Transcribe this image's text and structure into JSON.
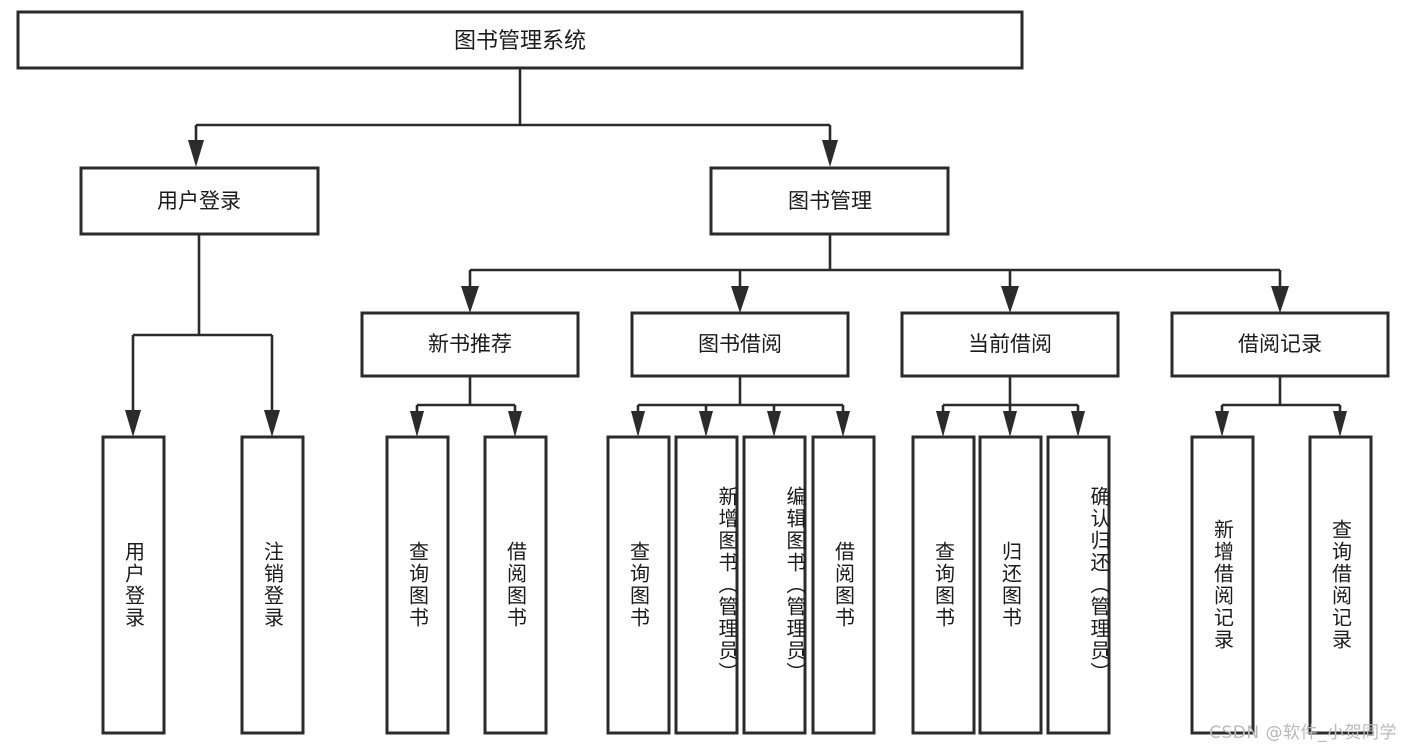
{
  "diagram": {
    "type": "tree",
    "title": "图书管理系统",
    "watermark": "CSDN @软件_小贺同学",
    "root": {
      "label": "图书管理系统",
      "orientation": "horizontal"
    },
    "level2": [
      {
        "id": "user-login",
        "label": "用户登录",
        "orientation": "horizontal"
      },
      {
        "id": "book-manage",
        "label": "图书管理",
        "orientation": "horizontal"
      }
    ],
    "level3": [
      {
        "id": "new-book-rec",
        "label": "新书推荐",
        "parent": "book-manage",
        "orientation": "horizontal"
      },
      {
        "id": "book-borrow",
        "label": "图书借阅",
        "parent": "book-manage",
        "orientation": "horizontal"
      },
      {
        "id": "current-borrow",
        "label": "当前借阅",
        "parent": "book-manage",
        "orientation": "horizontal"
      },
      {
        "id": "borrow-record",
        "label": "借阅记录",
        "parent": "book-manage",
        "orientation": "horizontal"
      }
    ],
    "leaves": [
      {
        "id": "leaf-user-login",
        "label": "用户登录",
        "parent": "user-login",
        "orientation": "vertical"
      },
      {
        "id": "leaf-user-logout",
        "label": "注销登录",
        "parent": "user-login",
        "orientation": "vertical"
      },
      {
        "id": "leaf-query-book-1",
        "label": "查询图书",
        "parent": "new-book-rec",
        "orientation": "vertical"
      },
      {
        "id": "leaf-borrow-book-1",
        "label": "借阅图书",
        "parent": "new-book-rec",
        "orientation": "vertical"
      },
      {
        "id": "leaf-query-book-2",
        "label": "查询图书",
        "parent": "book-borrow",
        "orientation": "vertical"
      },
      {
        "id": "leaf-add-book",
        "label": "新增图书（管理员）",
        "parent": "book-borrow",
        "orientation": "vertical"
      },
      {
        "id": "leaf-edit-book",
        "label": "编辑图书（管理员）",
        "parent": "book-borrow",
        "orientation": "vertical"
      },
      {
        "id": "leaf-borrow-book-2",
        "label": "借阅图书",
        "parent": "book-borrow",
        "orientation": "vertical"
      },
      {
        "id": "leaf-query-book-3",
        "label": "查询图书",
        "parent": "current-borrow",
        "orientation": "vertical"
      },
      {
        "id": "leaf-return-book",
        "label": "归还图书",
        "parent": "current-borrow",
        "orientation": "vertical"
      },
      {
        "id": "leaf-confirm-return",
        "label": "确认归还（管理员）",
        "parent": "current-borrow",
        "orientation": "vertical"
      },
      {
        "id": "leaf-add-record",
        "label": "新增借阅记录",
        "parent": "borrow-record",
        "orientation": "vertical"
      },
      {
        "id": "leaf-query-record",
        "label": "查询借阅记录",
        "parent": "borrow-record",
        "orientation": "vertical"
      }
    ],
    "colors": {
      "stroke": "#2b2b2b",
      "fill": "#ffffff",
      "text": "#1b1b1b",
      "watermark": "#b9b9b9"
    }
  }
}
